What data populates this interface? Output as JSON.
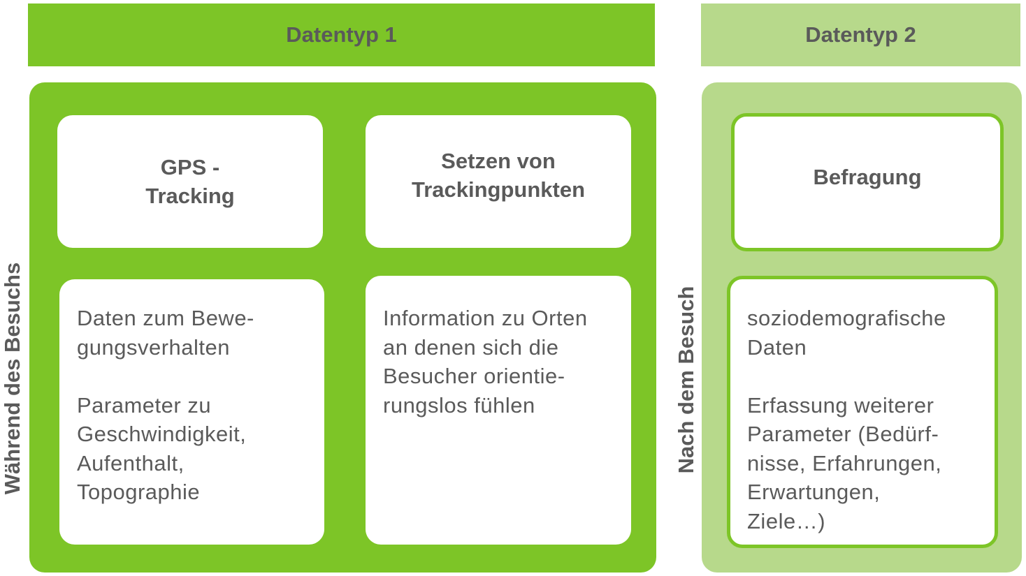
{
  "headers": {
    "type1": "Datentyp 1",
    "type2": "Datentyp 2"
  },
  "side_labels": {
    "during": "Während des Besuchs",
    "after": "Nach dem Besuch"
  },
  "cards": {
    "gps_title_line1": "GPS -",
    "gps_title_line2": "Tracking",
    "tracking_points_line1": "Setzen von",
    "tracking_points_line2": "Trackingpunkten",
    "survey_title": "Befragung"
  },
  "gps_desc": {
    "l1": "Daten zum Bewe-",
    "l2": "gungsverhalten",
    "l3": "Parameter zu",
    "l4": "Geschwindigkeit,",
    "l5": "Aufenthalt,",
    "l6": "Topographie"
  },
  "points_desc": {
    "l1": "Information zu Orten",
    "l2": "an denen sich die",
    "l3": "Besucher orientie-",
    "l4": "rungslos fühlen"
  },
  "survey_desc": {
    "l1": "soziodemografische",
    "l2": "Daten",
    "l3": "Erfassung weiterer",
    "l4": "Parameter (Bedürf-",
    "l5": "nisse, Erfahrungen,",
    "l6": "Erwartungen,",
    "l7": "Ziele…)"
  },
  "colors": {
    "type1_green": "#7dc527",
    "type2_green": "#b7d98b",
    "text_gray": "#5a5a5a"
  }
}
